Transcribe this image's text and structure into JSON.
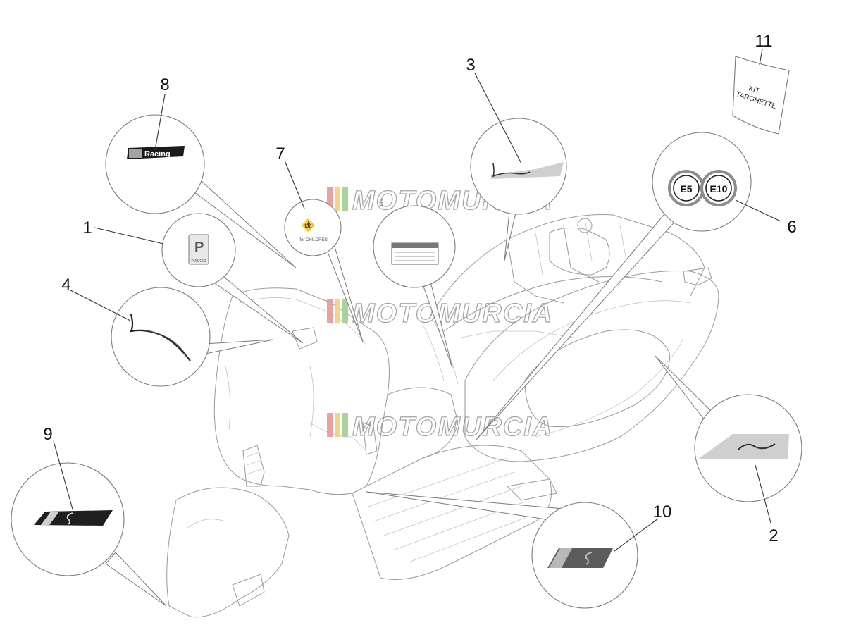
{
  "callouts": [
    {
      "number": "1"
    },
    {
      "number": "2"
    },
    {
      "number": "3"
    },
    {
      "number": "4"
    },
    {
      "number": "5"
    },
    {
      "number": "6"
    },
    {
      "number": "7"
    },
    {
      "number": "8"
    },
    {
      "number": "9"
    },
    {
      "number": "10"
    },
    {
      "number": "11"
    }
  ],
  "decals": {
    "racing_text": "Racing",
    "fuel_badges": [
      "E5",
      "E10"
    ],
    "kit_label_line1": "KIT",
    "kit_label_line2": "TARGHETTE",
    "piaggio_logo_text": "PIAGGIO",
    "children_text": "for CHILDREN"
  },
  "watermark": {
    "text": "MOTOMURCIA",
    "stripe_colors": [
      "#e8a0a0",
      "#f2d48a",
      "#a9d39b"
    ]
  }
}
